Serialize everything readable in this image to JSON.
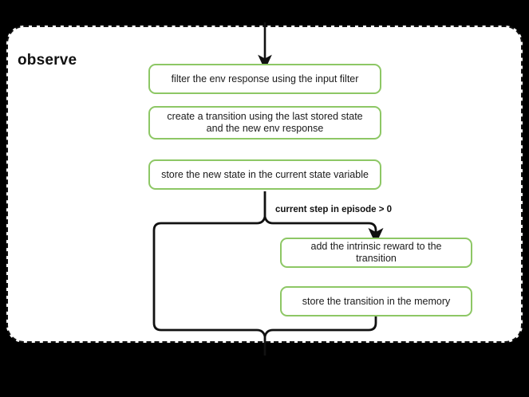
{
  "diagram": {
    "title": "observe",
    "background_color": "#000000",
    "group": {
      "label": "observe",
      "border_style": "dashed",
      "border_color": "#111111",
      "fill_color": "#ffffff"
    },
    "node_style": {
      "border_color": "#8dc765",
      "fill_color": "#ffffff",
      "text_color": "#1a1a1a"
    },
    "edge_color": "#111111",
    "nodes": [
      {
        "id": "filter",
        "label": "filter the env response using the input filter"
      },
      {
        "id": "create",
        "label": "create a transition using the last stored state and the new env response"
      },
      {
        "id": "store_state",
        "label": "store the new state in the current state variable"
      },
      {
        "id": "intrinsic",
        "label": "add the intrinsic reward to the transition"
      },
      {
        "id": "store_memory",
        "label": "store the transition in the memory"
      }
    ],
    "edge_labels": [
      {
        "id": "condition",
        "label": "current step in episode > 0"
      }
    ]
  }
}
